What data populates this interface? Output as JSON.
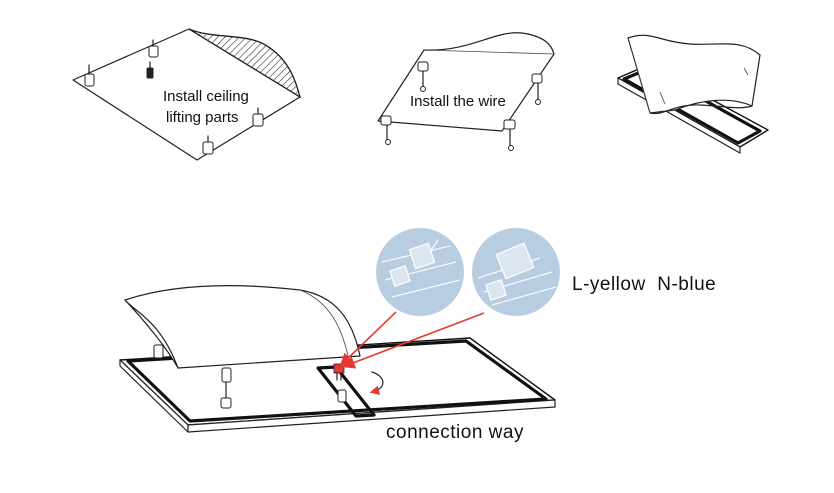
{
  "steps": [
    {
      "label_line1": "Install ceiling",
      "label_line2": "lifting parts"
    },
    {
      "label_line1": "Install the wire"
    },
    {
      "label_line1": ""
    }
  ],
  "connection": {
    "wire_label": "L-yellow  N-blue",
    "caption": "connection way"
  },
  "colors": {
    "line": "#222222",
    "detail_circle": "#b9cde2",
    "arrow": "#e53a32",
    "connector": "#e53a32"
  }
}
